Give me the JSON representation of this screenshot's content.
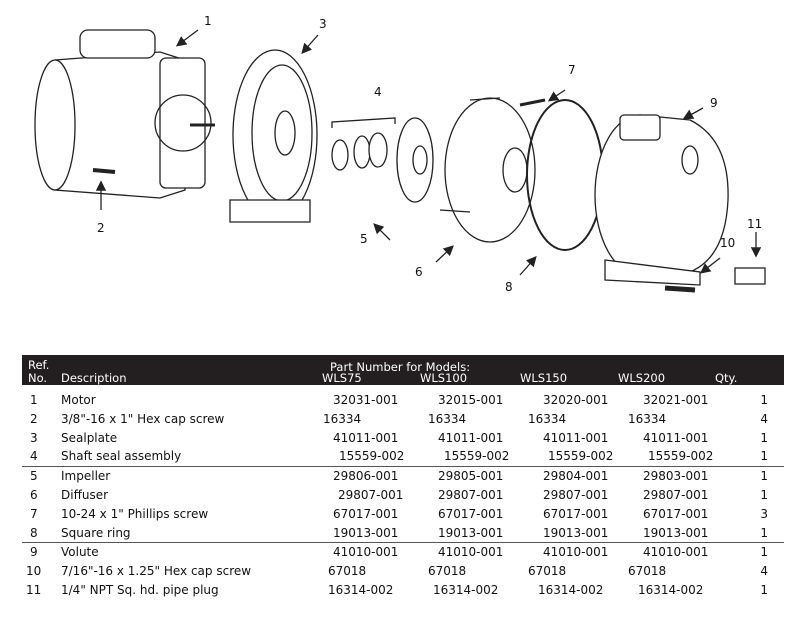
{
  "callouts": [
    "1",
    "2",
    "3",
    "4",
    "5",
    "6",
    "7",
    "8",
    "9",
    "10",
    "11"
  ],
  "table": {
    "header": {
      "ref_line1": "Ref.",
      "ref_line2": "No.",
      "description": "Description",
      "models_title": "Part Number for Models:",
      "models": [
        "WLS75",
        "WLS100",
        "WLS150",
        "WLS200"
      ],
      "qty": "Qty."
    },
    "rows": [
      {
        "ref": "1",
        "desc": "Motor",
        "parts": [
          "32031-001",
          "32015-001",
          "32020-001",
          "32021-001"
        ],
        "qty": "1"
      },
      {
        "ref": "2",
        "desc": "3/8\"-16 x 1\" Hex cap screw",
        "parts": [
          "16334",
          "16334",
          "16334",
          "16334"
        ],
        "qty": "4"
      },
      {
        "ref": "3",
        "desc": "Sealplate",
        "parts": [
          "41011-001",
          "41011-001",
          "41011-001",
          "41011-001"
        ],
        "qty": "1"
      },
      {
        "ref": "4",
        "desc": "Shaft seal assembly",
        "parts": [
          "15559-002",
          "15559-002",
          "15559-002",
          "15559-002"
        ],
        "qty": "1"
      },
      {
        "ref": "5",
        "desc": "Impeller",
        "parts": [
          "29806-001",
          "29805-001",
          "29804-001",
          "29803-001"
        ],
        "qty": "1"
      },
      {
        "ref": "6",
        "desc": "Diffuser",
        "parts": [
          "29807-001",
          "29807-001",
          "29807-001",
          "29807-001"
        ],
        "qty": "1"
      },
      {
        "ref": "7",
        "desc": "10-24 x 1\" Phillips screw",
        "parts": [
          "67017-001",
          "67017-001",
          "67017-001",
          "67017-001"
        ],
        "qty": "3"
      },
      {
        "ref": "8",
        "desc": "Square ring",
        "parts": [
          "19013-001",
          "19013-001",
          "19013-001",
          "19013-001"
        ],
        "qty": "1"
      },
      {
        "ref": "9",
        "desc": "Volute",
        "parts": [
          "41010-001",
          "41010-001",
          "41010-001",
          "41010-001"
        ],
        "qty": "1"
      },
      {
        "ref": "10",
        "desc": "7/16\"-16 x 1.25\" Hex cap screw",
        "parts": [
          "67018",
          "67018",
          "67018",
          "67018"
        ],
        "qty": "4"
      },
      {
        "ref": "11",
        "desc": "1/4\" NPT Sq. hd. pipe plug",
        "parts": [
          "16314-002",
          "16314-002",
          "16314-002",
          "16314-002"
        ],
        "qty": "1"
      }
    ]
  }
}
